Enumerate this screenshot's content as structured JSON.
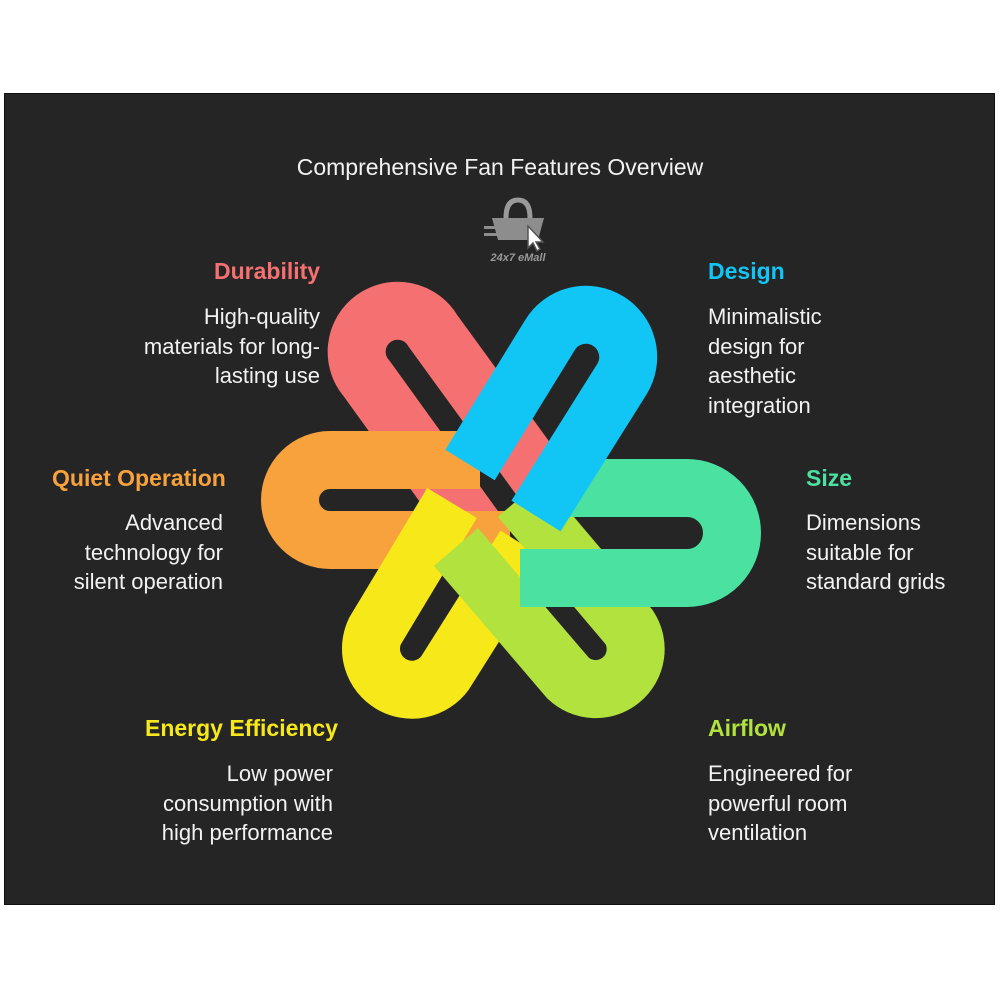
{
  "title": "Comprehensive Fan Features Overview",
  "logo": {
    "text": "24x7 eMall",
    "icon": "shopping-basket-cursor-icon"
  },
  "features": {
    "durability": {
      "title": "Durability",
      "description": "High-quality\nmaterials for long-\nlasting use",
      "color": "#F57171"
    },
    "design": {
      "title": "Design",
      "description": "Minimalistic\ndesign for\naesthetic\nintegration",
      "color": "#11C5F5"
    },
    "quiet_operation": {
      "title": "Quiet Operation",
      "description": "Advanced\ntechnology for\nsilent operation",
      "color": "#F7A23D"
    },
    "size": {
      "title": "Size",
      "description": "Dimensions\nsuitable for\nstandard grids",
      "color": "#4BE2A1"
    },
    "energy_efficiency": {
      "title": "Energy Efficiency",
      "description": "Low power\nconsumption with\nhigh performance",
      "color": "#F7E81A"
    },
    "airflow": {
      "title": "Airflow",
      "description": "Engineered for\npowerful room\nventilation",
      "color": "#B2E23E"
    }
  }
}
